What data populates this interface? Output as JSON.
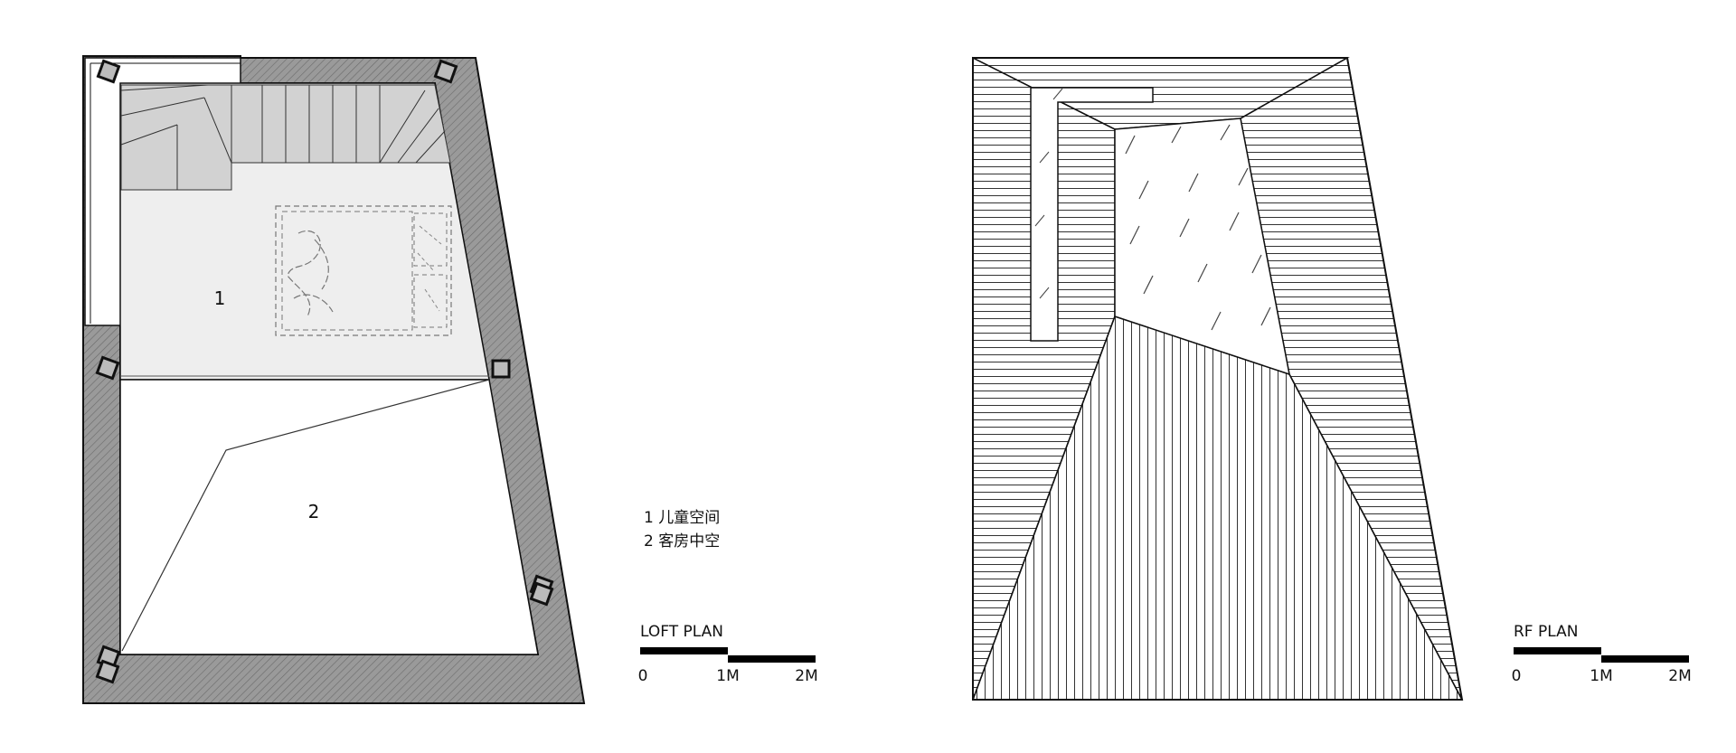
{
  "loft_plan": {
    "room_labels": [
      "1",
      "2"
    ],
    "legend": [
      "1 儿童空间",
      "2 客房中空"
    ],
    "title": "LOFT  PLAN",
    "scale_ticks": [
      "0",
      "1M",
      "2M"
    ]
  },
  "roof_plan": {
    "title": "RF  PLAN",
    "scale_ticks": [
      "0",
      "1M",
      "2M"
    ]
  },
  "colors": {
    "wall_fill": "#8f8f8f",
    "floor_fill": "#eeeeee",
    "stair_fill": "#d2d2d2",
    "line": "#222222"
  }
}
